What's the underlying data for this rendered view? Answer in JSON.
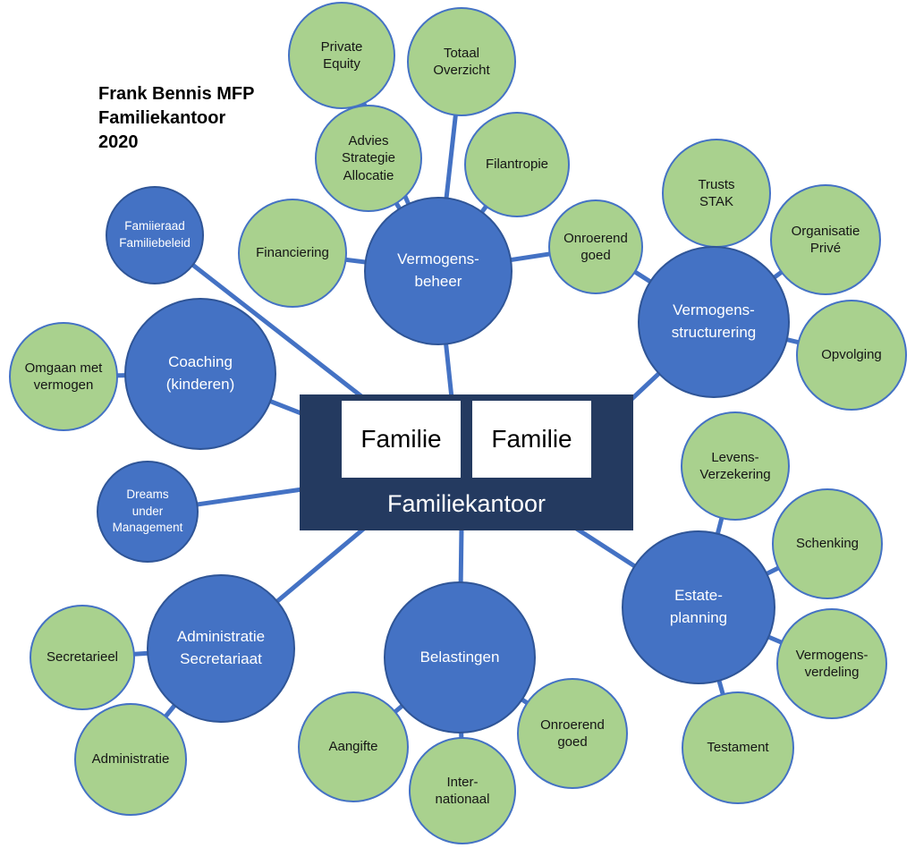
{
  "header": {
    "text": "Frank Bennis MFP\nFamiliekantoor\n2020"
  },
  "center": {
    "label": "Familiekantoor",
    "family_left": "Familie",
    "family_right": "Familie"
  },
  "hubs": [
    {
      "id": "vermogens-beheer",
      "label": "Vermogens-\nbeheer"
    },
    {
      "id": "vermogens-structurering",
      "label": "Vermogens-\nstructurering"
    },
    {
      "id": "coaching-kinderen",
      "label": "Coaching\n(kinderen)"
    },
    {
      "id": "familieraad-familiebeleid",
      "label": "Famiieraad\nFamiliebeleid"
    },
    {
      "id": "dreams-under-management",
      "label": "Dreams\nunder\nManagement"
    },
    {
      "id": "administratie-secretariaat",
      "label": "Administratie\nSecretariaat"
    },
    {
      "id": "belastingen",
      "label": "Belastingen"
    },
    {
      "id": "estate-planning",
      "label": "Estate-\nplanning"
    }
  ],
  "leaves": [
    {
      "id": "private-equity",
      "label": "Private\nEquity"
    },
    {
      "id": "totaal-overzicht",
      "label": "Totaal\nOverzicht"
    },
    {
      "id": "advies-strategie-allocatie",
      "label": "Advies\nStrategie\nAllocatie"
    },
    {
      "id": "filantropie",
      "label": "Filantropie"
    },
    {
      "id": "financiering",
      "label": "Financiering"
    },
    {
      "id": "onroerend-goed-top",
      "label": "Onroerend\ngoed"
    },
    {
      "id": "trusts-stak",
      "label": "Trusts\nSTAK"
    },
    {
      "id": "organisatie-prive",
      "label": "Organisatie\nPrivé"
    },
    {
      "id": "opvolging",
      "label": "Opvolging"
    },
    {
      "id": "omgaan-met-vermogen",
      "label": "Omgaan met\nvermogen"
    },
    {
      "id": "levens-verzekering",
      "label": "Levens-\nVerzekering"
    },
    {
      "id": "schenking",
      "label": "Schenking"
    },
    {
      "id": "vermogens-verdeling",
      "label": "Vermogens-\nverdeling"
    },
    {
      "id": "testament",
      "label": "Testament"
    },
    {
      "id": "secretarieel",
      "label": "Secretarieel"
    },
    {
      "id": "administratie",
      "label": "Administratie"
    },
    {
      "id": "aangifte",
      "label": "Aangifte"
    },
    {
      "id": "internationaal",
      "label": "Inter-\nnationaal"
    },
    {
      "id": "onroerend-goed-bottom",
      "label": "Onroerend\ngoed"
    }
  ],
  "palette": {
    "hub_fill": "#4472c4",
    "hub_border": "#2f5597",
    "leaf_fill": "#a9d18e",
    "leaf_border": "#4472c4",
    "center_fill": "#243a60",
    "family_box_fill": "#ffffff",
    "connector": "#4472c4",
    "hub_text": "#ffffff",
    "leaf_text": "#151515"
  }
}
